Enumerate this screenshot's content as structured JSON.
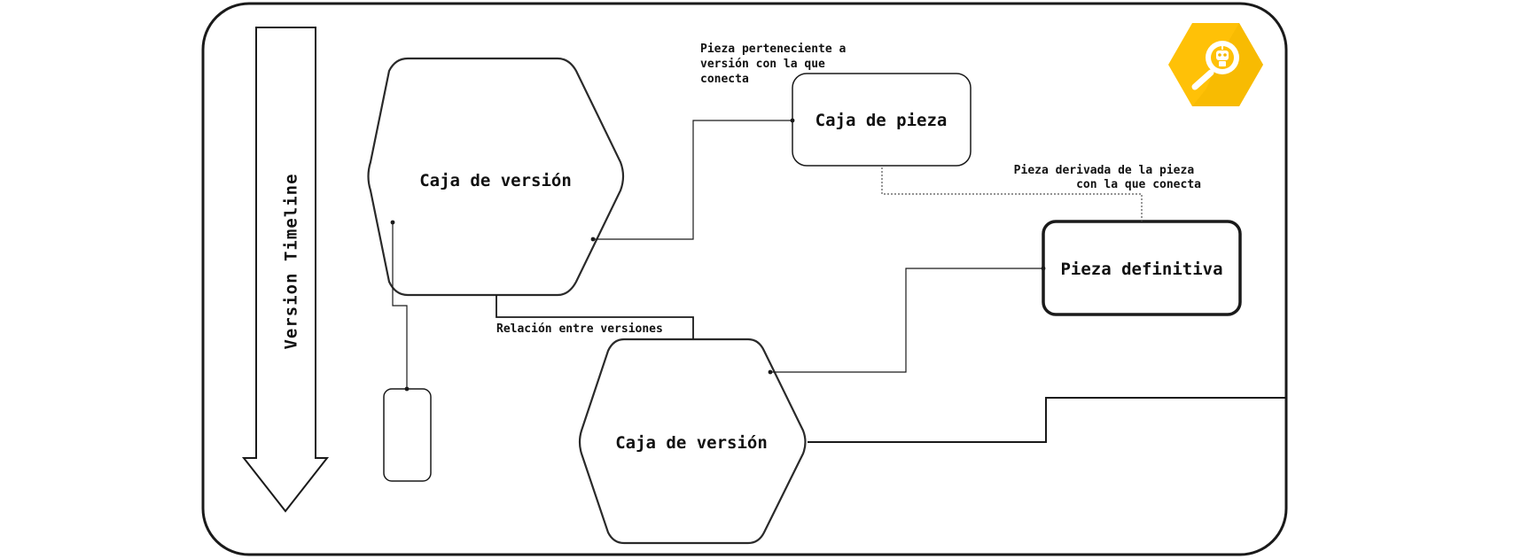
{
  "diagram": {
    "timeline_label": "Version Timeline",
    "version_box_top_label": "Caja de versión",
    "version_box_bottom_label": "Caja de versión",
    "piece_box_label": "Caja de pieza",
    "final_piece_label": "Pieza definitiva",
    "annotation_piece_belongs": [
      "Pieza perteneciente a",
      "versión con la que",
      "conecta"
    ],
    "annotation_piece_derived": [
      "Pieza derivada de la pieza",
      "con la que conecta"
    ],
    "annotation_version_relation": "Relación entre versiones"
  },
  "logo": {
    "icon": "magnifier-robot-icon",
    "color_primary": "#FFC107",
    "color_secondary": "#F5B800"
  },
  "colors": {
    "stroke": "#1a1a1a",
    "background": "#ffffff"
  }
}
